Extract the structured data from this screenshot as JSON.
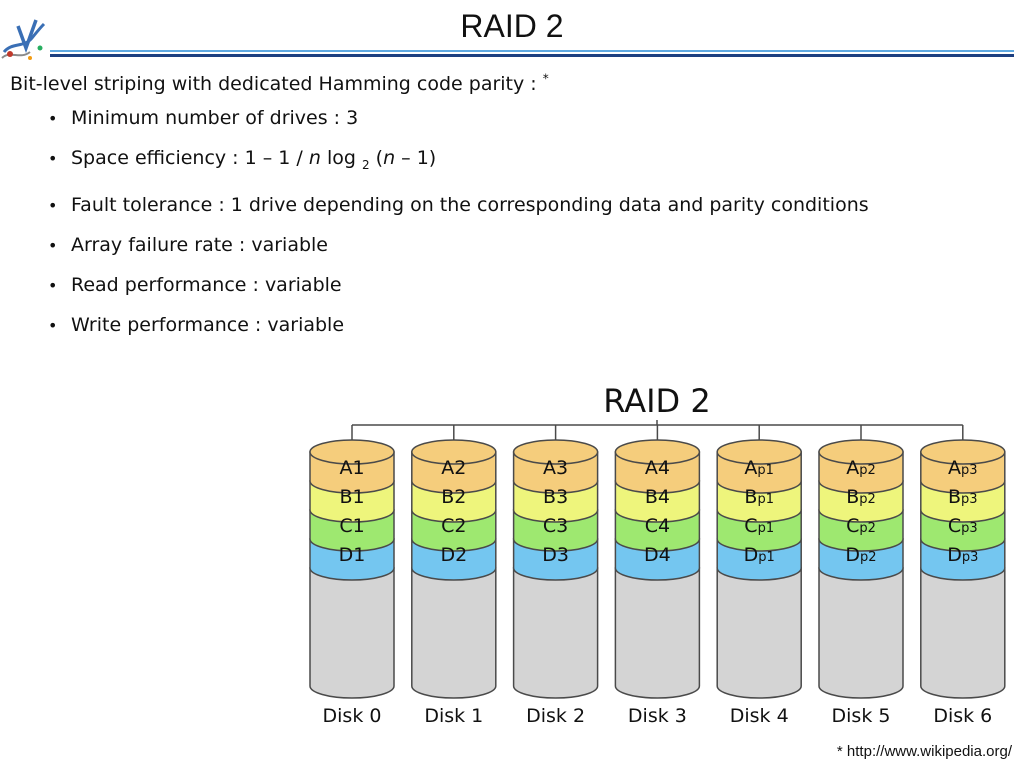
{
  "slide": {
    "title": "RAID 2",
    "intro_text": "Bit-level striping with dedicated Hamming code parity : ",
    "intro_marker": "*",
    "bullet_symbol": "•",
    "bullets": [
      {
        "text": "Minimum number of drives : 3"
      },
      {
        "prefix": "Space efficiency : 1 – 1 / ",
        "var1": "n",
        "mid": " log ",
        "sub": "2",
        "paren_open": " (",
        "var2": "n",
        "suffix": " – 1)"
      },
      {
        "text": "Fault tolerance : 1 drive depending on the corresponding data and parity conditions"
      },
      {
        "text": "Array failure rate : variable"
      },
      {
        "text": "Read performance : variable"
      },
      {
        "text": "Write performance : variable"
      }
    ],
    "footnote": "* http://www.wikipedia.org/"
  },
  "diagram": {
    "title": "RAID 2",
    "colors": {
      "row_a": "#f5cd7c",
      "row_b": "#eef57c",
      "row_c": "#9ee870",
      "row_d": "#74c6f0",
      "empty": "#d4d4d4",
      "outline": "#4a4a4a"
    },
    "disks": [
      {
        "label": "Disk 0",
        "blocks": [
          {
            "main": "A1",
            "sub": ""
          },
          {
            "main": "B1",
            "sub": ""
          },
          {
            "main": "C1",
            "sub": ""
          },
          {
            "main": "D1",
            "sub": ""
          }
        ]
      },
      {
        "label": "Disk 1",
        "blocks": [
          {
            "main": "A2",
            "sub": ""
          },
          {
            "main": "B2",
            "sub": ""
          },
          {
            "main": "C2",
            "sub": ""
          },
          {
            "main": "D2",
            "sub": ""
          }
        ]
      },
      {
        "label": "Disk 2",
        "blocks": [
          {
            "main": "A3",
            "sub": ""
          },
          {
            "main": "B3",
            "sub": ""
          },
          {
            "main": "C3",
            "sub": ""
          },
          {
            "main": "D3",
            "sub": ""
          }
        ]
      },
      {
        "label": "Disk 3",
        "blocks": [
          {
            "main": "A4",
            "sub": ""
          },
          {
            "main": "B4",
            "sub": ""
          },
          {
            "main": "C4",
            "sub": ""
          },
          {
            "main": "D4",
            "sub": ""
          }
        ]
      },
      {
        "label": "Disk 4",
        "blocks": [
          {
            "main": "A",
            "sub": "p1"
          },
          {
            "main": "B",
            "sub": "p1"
          },
          {
            "main": "C",
            "sub": "p1"
          },
          {
            "main": "D",
            "sub": "p1"
          }
        ]
      },
      {
        "label": "Disk 5",
        "blocks": [
          {
            "main": "A",
            "sub": "p2"
          },
          {
            "main": "B",
            "sub": "p2"
          },
          {
            "main": "C",
            "sub": "p2"
          },
          {
            "main": "D",
            "sub": "p2"
          }
        ]
      },
      {
        "label": "Disk 6",
        "blocks": [
          {
            "main": "A",
            "sub": "p3"
          },
          {
            "main": "B",
            "sub": "p3"
          },
          {
            "main": "C",
            "sub": "p3"
          },
          {
            "main": "D",
            "sub": "p3"
          }
        ]
      }
    ]
  }
}
